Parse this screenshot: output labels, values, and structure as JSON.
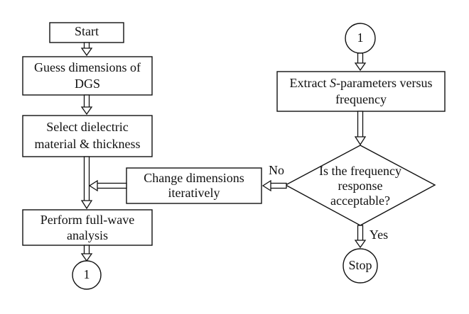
{
  "nodes": {
    "start": "Start",
    "guess_line1": "Guess dimensions of",
    "guess_line2": "DGS",
    "select_line1": "Select dielectric",
    "select_line2": "material & thickness",
    "change_line1": "Change dimensions",
    "change_line2": "iteratively",
    "perform_line1": "Perform full-wave",
    "perform_line2": "analysis",
    "connector_left": "1",
    "connector_right": "1",
    "extract_line1_pre": "Extract ",
    "extract_line1_italic": "S",
    "extract_line1_post": "-parameters versus",
    "extract_line2": "frequency",
    "decision_line1": "Is the frequency",
    "decision_line2": "response",
    "decision_line3": "acceptable?",
    "stop": "Stop"
  },
  "edge_labels": {
    "no": "No",
    "yes": "Yes"
  }
}
